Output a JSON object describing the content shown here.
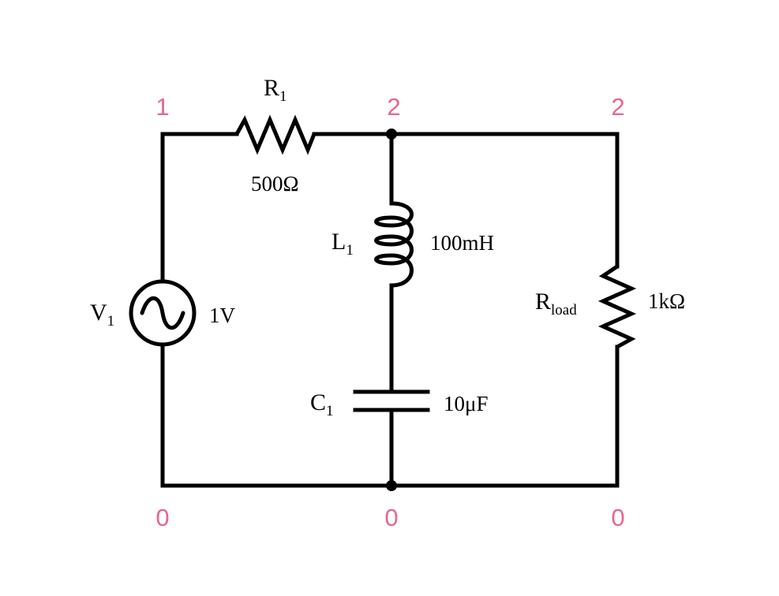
{
  "colors": {
    "wire": "#000000",
    "node_label": "#e8678a",
    "background": "#ffffff"
  },
  "nodes": {
    "top_left": "1",
    "top_mid": "2",
    "top_right": "2",
    "bot_left": "0",
    "bot_mid": "0",
    "bot_right": "0"
  },
  "components": {
    "r1": {
      "name": "R",
      "sub": "1",
      "value": "500Ω"
    },
    "l1": {
      "name": "L",
      "sub": "1",
      "value": "100mH"
    },
    "c1": {
      "name": "C",
      "sub": "1",
      "value": "10μF"
    },
    "v1": {
      "name": "V",
      "sub": "1",
      "value": "1V"
    },
    "rload": {
      "name": "R",
      "sub": "load",
      "value": "1kΩ"
    }
  }
}
